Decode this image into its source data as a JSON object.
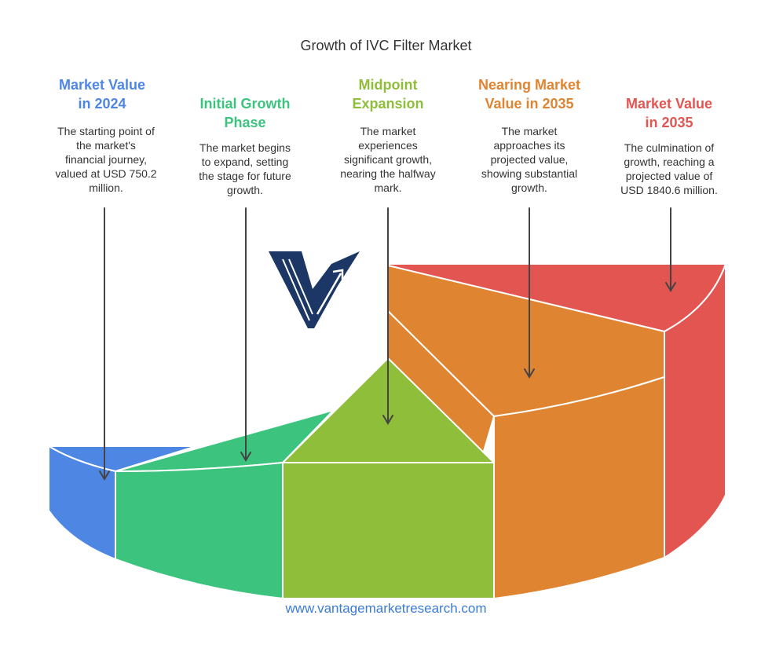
{
  "title": "Growth of IVC Filter Market",
  "colors": {
    "blue": "#4E86E4",
    "green": "#3CC47F",
    "lime": "#8FBE3A",
    "orange": "#DF8431",
    "red": "#E25551",
    "logo_navy": "#1C3765"
  },
  "stages": [
    {
      "heading_line1": "Market Value",
      "heading_line2": "in 2024",
      "desc_lines": [
        "The starting point of",
        "the market's",
        "financial journey,",
        "valued at USD 750.2",
        "million."
      ]
    },
    {
      "heading_line1": "Initial Growth",
      "heading_line2": "Phase",
      "desc_lines": [
        "The market begins",
        "to expand, setting",
        "the stage for future",
        "growth."
      ]
    },
    {
      "heading_line1": "Midpoint",
      "heading_line2": "Expansion",
      "desc_lines": [
        "The market",
        "experiences",
        "significant growth,",
        "nearing the halfway",
        "mark."
      ]
    },
    {
      "heading_line1": "Nearing Market",
      "heading_line2": "Value in 2035",
      "desc_lines": [
        "The market",
        "approaches its",
        "projected value,",
        "showing substantial",
        "growth."
      ]
    },
    {
      "heading_line1": "Market Value",
      "heading_line2": "in 2035",
      "desc_lines": [
        "The culmination of",
        "growth, reaching a",
        "projected value of",
        "USD 1840.6 million."
      ]
    }
  ],
  "footer": "www.vantagemarketresearch.com"
}
